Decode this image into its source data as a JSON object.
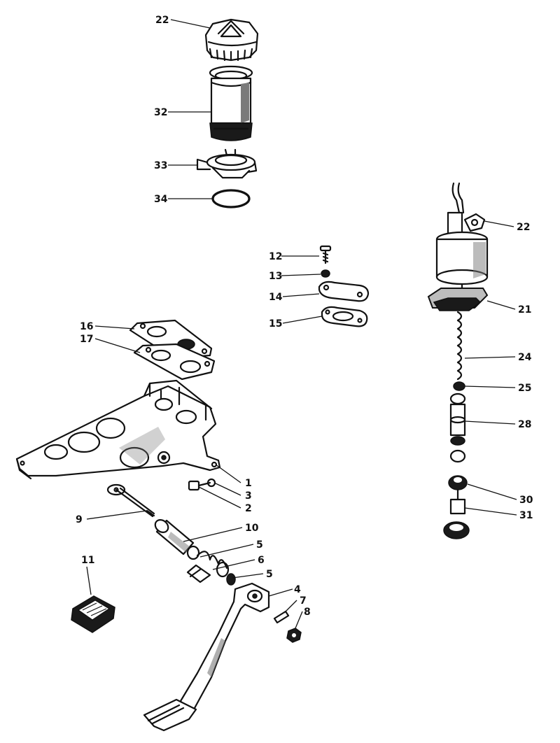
{
  "callouts": [
    {
      "id": "reservoir_cap",
      "text": "22"
    },
    {
      "id": "reservoir_body",
      "text": "32"
    },
    {
      "id": "reservoir_clamp",
      "text": "33"
    },
    {
      "id": "reservoir_seal",
      "text": "34"
    },
    {
      "id": "bolt",
      "text": "12"
    },
    {
      "id": "washer",
      "text": "13"
    },
    {
      "id": "cover_plate",
      "text": "14"
    },
    {
      "id": "cover_gasket",
      "text": "15"
    },
    {
      "id": "mounting_plate",
      "text": "16"
    },
    {
      "id": "mounting_gasket",
      "text": "17"
    },
    {
      "id": "pedal_bracket",
      "text": "1"
    },
    {
      "id": "bracket_washer",
      "text": "3"
    },
    {
      "id": "bracket_bolt",
      "text": "2"
    },
    {
      "id": "pedal_shaft",
      "text": "9"
    },
    {
      "id": "bush",
      "text": "10"
    },
    {
      "id": "washer_a",
      "text": "5"
    },
    {
      "id": "spring",
      "text": "6"
    },
    {
      "id": "washer_b",
      "text": "5"
    },
    {
      "id": "pedal_lever",
      "text": "4"
    },
    {
      "id": "clevis_pin",
      "text": "7"
    },
    {
      "id": "nut",
      "text": "8"
    },
    {
      "id": "pedal_pad",
      "text": "11"
    },
    {
      "id": "cylinder_cap",
      "text": "22"
    },
    {
      "id": "cylinder_flange",
      "text": "21"
    },
    {
      "id": "return_spring",
      "text": "24"
    },
    {
      "id": "seal_25",
      "text": "25"
    },
    {
      "id": "piston",
      "text": "28"
    },
    {
      "id": "boot",
      "text": "30"
    },
    {
      "id": "push_rod",
      "text": "31"
    }
  ]
}
